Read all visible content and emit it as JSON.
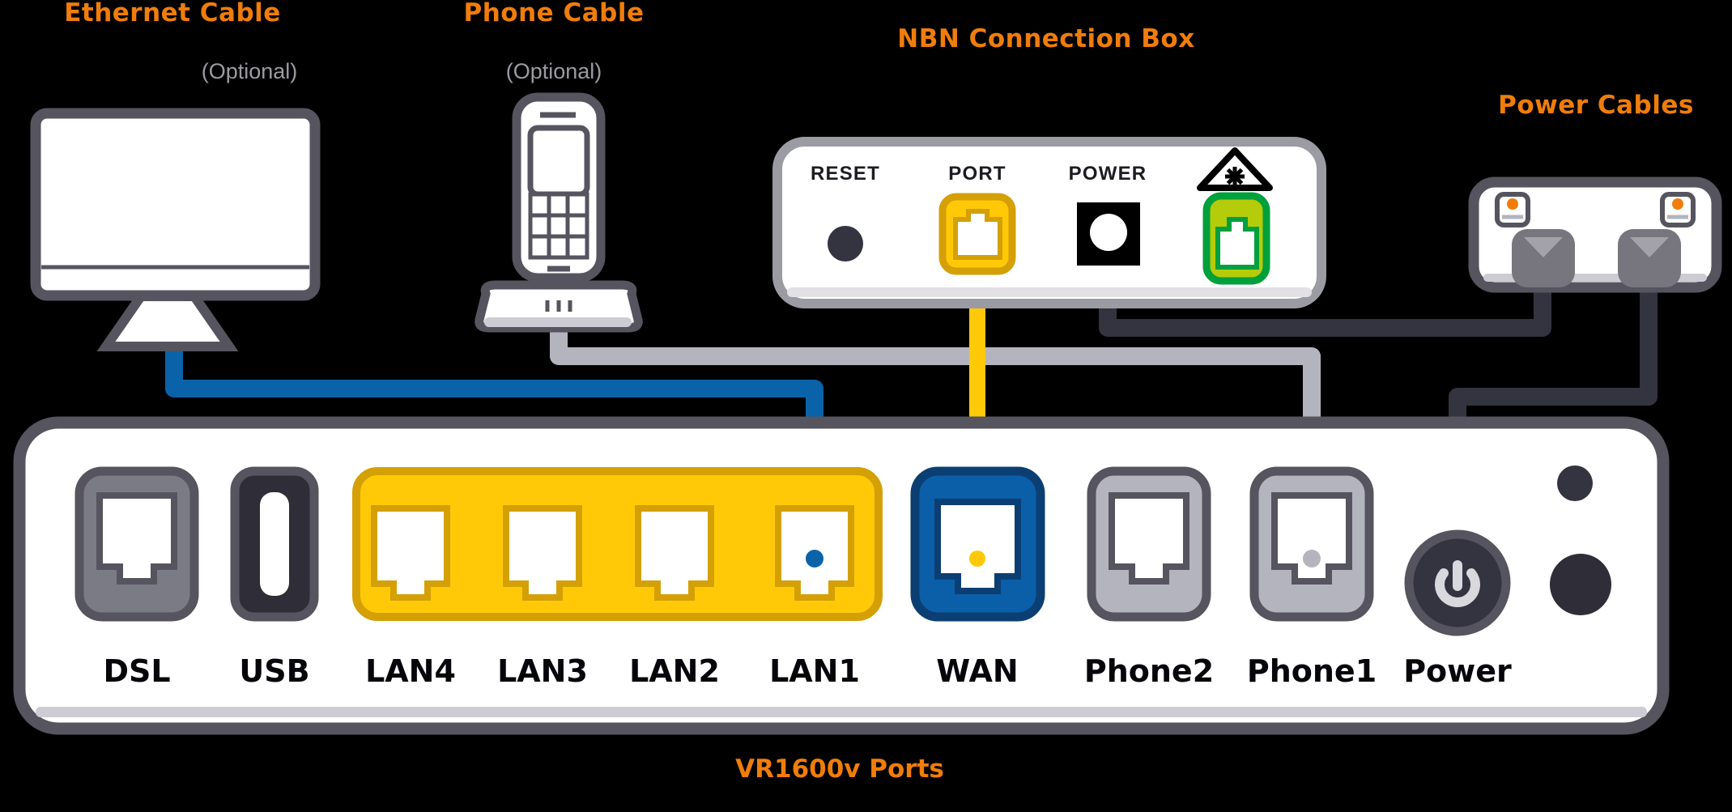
{
  "labels": {
    "ethernet_cable": "Ethernet Cable",
    "ethernet_optional": "(Optional)",
    "phone_cable": "Phone Cable",
    "phone_optional": "(Optional)",
    "nbn_connection_box": "NBN Connection Box",
    "power_cables": "Power Cables",
    "footer_caption": "VR1600v Ports"
  },
  "nbn_box": {
    "ports": [
      {
        "name": "reset",
        "label": "RESET"
      },
      {
        "name": "port",
        "label": "PORT"
      },
      {
        "name": "power",
        "label": "POWER"
      },
      {
        "name": "optical",
        "label": ""
      }
    ]
  },
  "router": {
    "ports": [
      {
        "name": "dsl",
        "label": "DSL"
      },
      {
        "name": "usb",
        "label": "USB"
      },
      {
        "name": "lan4",
        "label": "LAN4"
      },
      {
        "name": "lan3",
        "label": "LAN3"
      },
      {
        "name": "lan2",
        "label": "LAN2"
      },
      {
        "name": "lan1",
        "label": "LAN1"
      },
      {
        "name": "wan",
        "label": "WAN"
      },
      {
        "name": "phone2",
        "label": "Phone2"
      },
      {
        "name": "phone1",
        "label": "Phone1"
      },
      {
        "name": "power",
        "label": "Power"
      }
    ]
  },
  "colors": {
    "background": "#000000",
    "orange": "#f07d0a",
    "gray_text": "#9b9ba3",
    "dark_outline": "#55545f",
    "white": "#ffffff",
    "yellow": "#ffc907",
    "yellow_dark": "#d4a006",
    "blue": "#0a5fa8",
    "blue_dark": "#0b3f73",
    "gray_port": "#7b7b86",
    "gray_light_port": "#b4b4bf",
    "usb_dark": "#2e2d38",
    "green_port": "#b5cc0a",
    "green_border": "#00a03c",
    "cable_blue": "#0a63a8",
    "cable_yellow": "#ffc907",
    "cable_gray": "#b4b4bf",
    "cable_black": "#343340",
    "led_orange": "#f07d0a"
  },
  "cables": [
    {
      "name": "ethernet-cable-blue",
      "from": "monitor",
      "to": "lan1"
    },
    {
      "name": "phone-cable-gray",
      "from": "phone-base",
      "to": "phone1"
    },
    {
      "name": "nbn-cable-yellow",
      "from": "nbn-port",
      "to": "wan"
    },
    {
      "name": "nbn-power-cable",
      "from": "nbn-power",
      "to": "outlet-left"
    },
    {
      "name": "router-power-cable",
      "from": "outlet-right",
      "to": "router-power"
    }
  ]
}
